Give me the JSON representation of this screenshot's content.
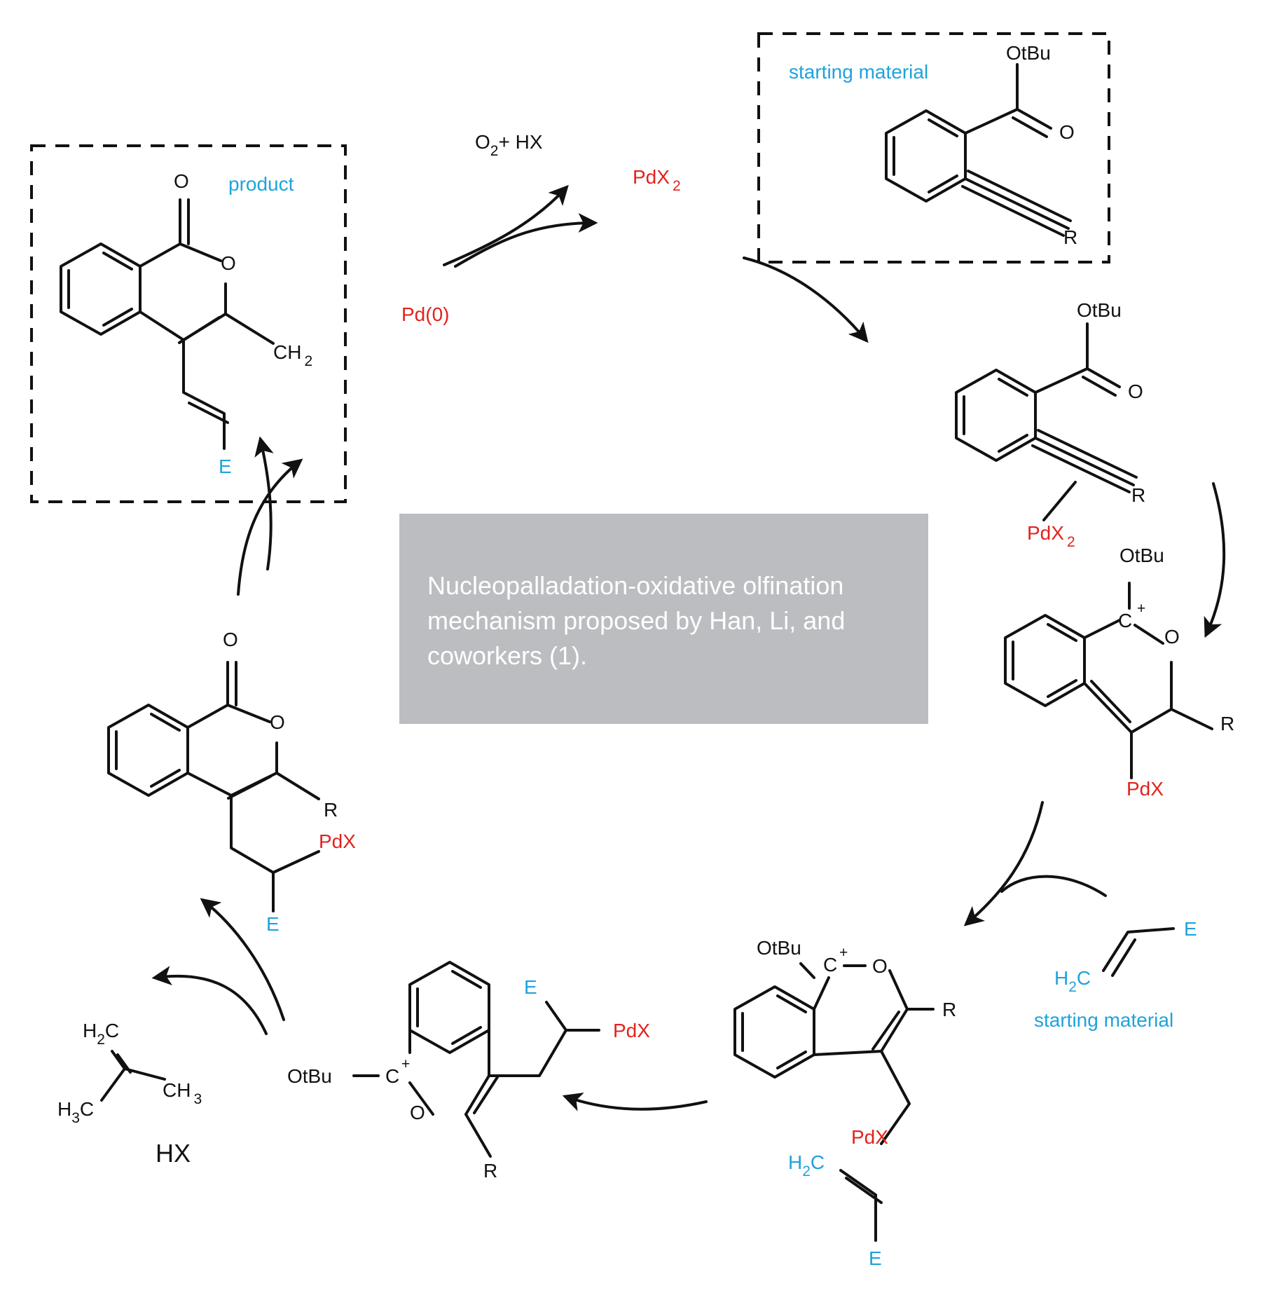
{
  "title": "Nucleopalladation-oxidative olfination mechanism proposed by Han, Li, and coworkers (1).",
  "colors": {
    "reagent": "#e3221c",
    "highlight": "#1fa3dc",
    "summary_box": "#bcbdc0",
    "bond": "#111111"
  },
  "labels": {
    "starting_material": "starting material",
    "product": "product",
    "O": "O",
    "OtBu": "OtBu",
    "R": "R",
    "E": "E",
    "C": "C",
    "plus": "+",
    "Pd": "PdX",
    "PdX2": "PdX",
    "Pd0": "Pd(0)",
    "two": "2",
    "three": "3",
    "O2": "O",
    "plusHX": "+ HX",
    "HX": "HX",
    "CH": "CH",
    "H": "H"
  }
}
